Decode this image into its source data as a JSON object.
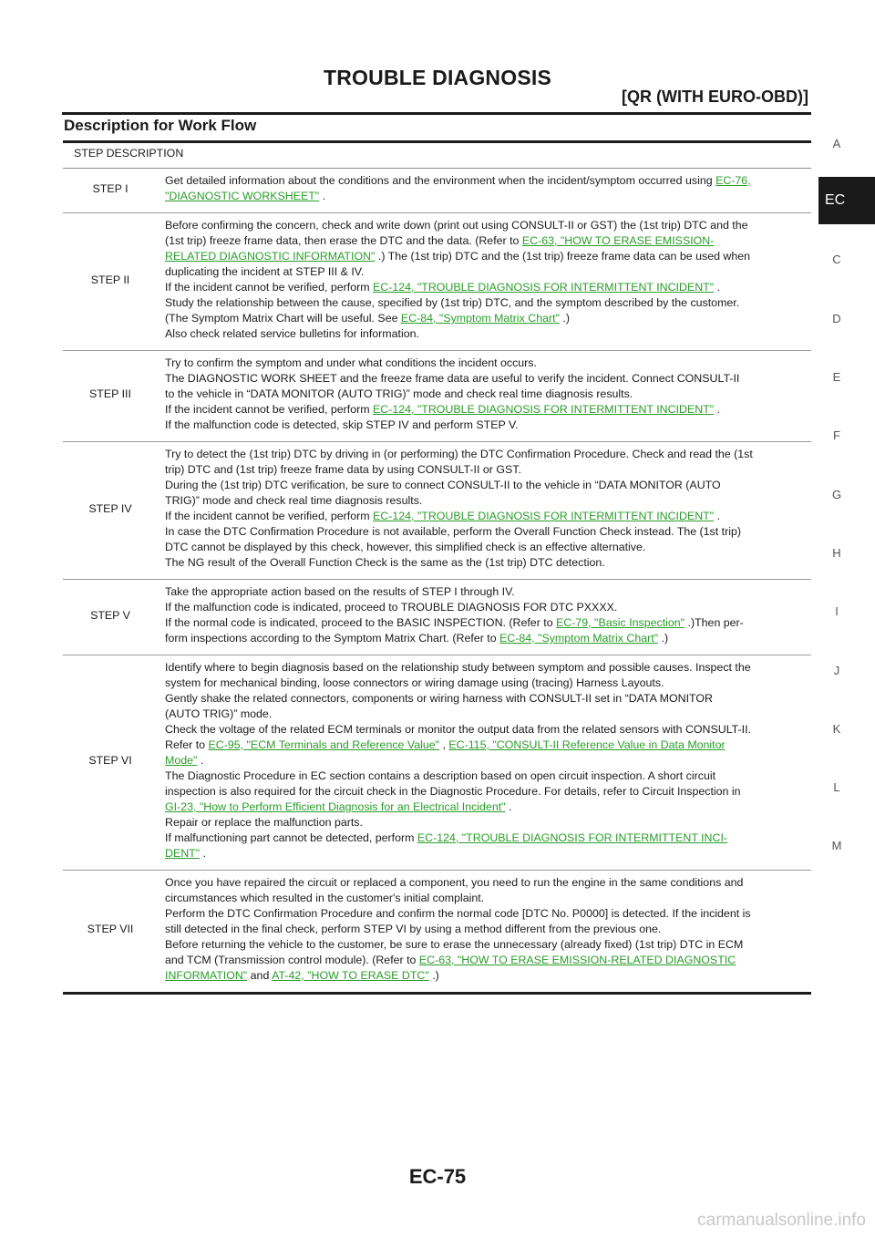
{
  "header": {
    "title": "TROUBLE DIAGNOSIS",
    "subtitle": "[QR (WITH EURO-OBD)]"
  },
  "section_title": "Description for Work Flow",
  "side_index": {
    "letters": [
      "A",
      "EC",
      "C",
      "D",
      "E",
      "F",
      "G",
      "H",
      "I",
      "J",
      "K",
      "L",
      "M"
    ],
    "active": "EC"
  },
  "table": {
    "headers": [
      "STEP",
      "DESCRIPTION"
    ],
    "rows": [
      {
        "step": "STEP I",
        "lines": [
          [
            {
              "t": "Get detailed information about the conditions and the environment when the incident/symptom occurred using "
            },
            {
              "t": "EC-76,",
              "link": true
            }
          ],
          [
            {
              "t": "\"DIAGNOSTIC WORKSHEET\"",
              "link": true
            },
            {
              "t": " ."
            }
          ]
        ]
      },
      {
        "step": "STEP II",
        "lines": [
          [
            {
              "t": "Before confirming the concern, check and write down (print out using CONSULT-II or GST) the (1st trip) DTC and the"
            }
          ],
          [
            {
              "t": "(1st trip) freeze frame data, then erase the DTC and the data. (Refer to "
            },
            {
              "t": "EC-63, \"HOW TO ERASE EMISSION-",
              "link": true
            }
          ],
          [
            {
              "t": "RELATED DIAGNOSTIC INFORMATION\"",
              "link": true
            },
            {
              "t": " .) The (1st trip) DTC and the (1st trip) freeze frame data can be used when"
            }
          ],
          [
            {
              "t": "duplicating the incident at STEP III & IV."
            }
          ],
          [
            {
              "t": "If the incident cannot be verified, perform "
            },
            {
              "t": "EC-124, \"TROUBLE DIAGNOSIS FOR INTERMITTENT INCIDENT\"",
              "link": true
            },
            {
              "t": " ."
            }
          ],
          [
            {
              "t": "Study the relationship between the cause, specified by (1st trip) DTC, and the symptom described by the customer."
            }
          ],
          [
            {
              "t": "(The Symptom Matrix Chart will be useful. See "
            },
            {
              "t": "EC-84, \"Symptom Matrix Chart\"",
              "link": true
            },
            {
              "t": " .)"
            }
          ],
          [
            {
              "t": "Also check related service bulletins for information."
            }
          ]
        ]
      },
      {
        "step": "STEP III",
        "lines": [
          [
            {
              "t": "Try to confirm the symptom and under what conditions the incident occurs."
            }
          ],
          [
            {
              "t": "The DIAGNOSTIC WORK SHEET and the freeze frame data are useful to verify the incident. Connect CONSULT-II"
            }
          ],
          [
            {
              "t": "to the vehicle in “DATA MONITOR (AUTO TRIG)” mode and check real time diagnosis results."
            }
          ],
          [
            {
              "t": "If the incident cannot be verified, perform "
            },
            {
              "t": "EC-124, \"TROUBLE DIAGNOSIS FOR INTERMITTENT INCIDENT\"",
              "link": true
            },
            {
              "t": " ."
            }
          ],
          [
            {
              "t": "If the malfunction code is detected, skip STEP IV and perform STEP V."
            }
          ]
        ]
      },
      {
        "step": "STEP IV",
        "lines": [
          [
            {
              "t": "Try to detect the (1st trip) DTC by driving in (or performing) the DTC Confirmation Procedure. Check and read the (1st"
            }
          ],
          [
            {
              "t": "trip) DTC and (1st trip) freeze frame data by using CONSULT-II or GST."
            }
          ],
          [
            {
              "t": "During the (1st trip) DTC verification, be sure to connect CONSULT-II to the vehicle in “DATA MONITOR (AUTO"
            }
          ],
          [
            {
              "t": "TRIG)” mode and check real time diagnosis results."
            }
          ],
          [
            {
              "t": "If the incident cannot be verified, perform "
            },
            {
              "t": "EC-124, \"TROUBLE DIAGNOSIS FOR INTERMITTENT INCIDENT\"",
              "link": true
            },
            {
              "t": " ."
            }
          ],
          [
            {
              "t": "In case the DTC Confirmation Procedure is not available, perform the Overall Function Check instead. The (1st trip)"
            }
          ],
          [
            {
              "t": "DTC cannot be displayed by this check, however, this simplified check is an effective alternative."
            }
          ],
          [
            {
              "t": "The NG result of the Overall Function Check is the same as the (1st trip) DTC detection."
            }
          ]
        ]
      },
      {
        "step": "STEP V",
        "lines": [
          [
            {
              "t": "Take the appropriate action based on the results of STEP I through IV."
            }
          ],
          [
            {
              "t": "If the malfunction code is indicated, proceed to TROUBLE DIAGNOSIS FOR DTC PXXXX."
            }
          ],
          [
            {
              "t": "If the normal code is indicated, proceed to the BASIC INSPECTION. (Refer to "
            },
            {
              "t": "EC-79, \"Basic Inspection\"",
              "link": true
            },
            {
              "t": " .)Then per-"
            }
          ],
          [
            {
              "t": "form inspections according to the Symptom Matrix Chart. (Refer to "
            },
            {
              "t": "EC-84, \"Symptom Matrix Chart\"",
              "link": true
            },
            {
              "t": " .)"
            }
          ]
        ]
      },
      {
        "step": "STEP VI",
        "lines": [
          [
            {
              "t": "Identify where to begin diagnosis based on the relationship study between symptom and possible causes. Inspect the"
            }
          ],
          [
            {
              "t": "system for mechanical binding, loose connectors or wiring damage using (tracing) Harness Layouts."
            }
          ],
          [
            {
              "t": "Gently shake the related connectors, components or wiring harness with CONSULT-II set in “DATA MONITOR"
            }
          ],
          [
            {
              "t": "(AUTO TRIG)” mode."
            }
          ],
          [
            {
              "t": "Check the voltage of the related ECM terminals or monitor the output data from the related sensors with CONSULT-II."
            }
          ],
          [
            {
              "t": "Refer to "
            },
            {
              "t": "EC-95, \"ECM Terminals and Reference Value\"",
              "link": true
            },
            {
              "t": " , "
            },
            {
              "t": "EC-115, \"CONSULT-II Reference Value in Data Monitor",
              "link": true
            }
          ],
          [
            {
              "t": "Mode\"",
              "link": true
            },
            {
              "t": " ."
            }
          ],
          [
            {
              "t": "The Diagnostic Procedure in EC section contains a description based on open circuit inspection. A short circuit"
            }
          ],
          [
            {
              "t": "inspection is also required for the circuit check in the Diagnostic Procedure. For details, refer to Circuit Inspection in"
            }
          ],
          [
            {
              "t": "GI-23, \"How to Perform Efficient Diagnosis for an Electrical Incident\"",
              "link": true
            },
            {
              "t": " ."
            }
          ],
          [
            {
              "t": "Repair or replace the malfunction parts."
            }
          ],
          [
            {
              "t": "If malfunctioning part cannot be detected, perform "
            },
            {
              "t": "EC-124, \"TROUBLE DIAGNOSIS FOR INTERMITTENT INCI-",
              "link": true
            }
          ],
          [
            {
              "t": "DENT\"",
              "link": true
            },
            {
              "t": " ."
            }
          ]
        ]
      },
      {
        "step": "STEP VII",
        "lines": [
          [
            {
              "t": "Once you have repaired the circuit or replaced a component, you need to run the engine in the same conditions and"
            }
          ],
          [
            {
              "t": "circumstances which resulted in the customer's initial complaint."
            }
          ],
          [
            {
              "t": "Perform the DTC Confirmation Procedure and confirm the normal code [DTC No. P0000] is detected. If the incident is"
            }
          ],
          [
            {
              "t": "still detected in the final check, perform STEP VI by using a method different from the previous one."
            }
          ],
          [
            {
              "t": "Before returning the vehicle to the customer, be sure to erase the unnecessary (already fixed) (1st trip) DTC in ECM"
            }
          ],
          [
            {
              "t": "and TCM (Transmission control module). (Refer to "
            },
            {
              "t": "EC-63, \"HOW TO ERASE EMISSION-RELATED DIAGNOSTIC",
              "link": true
            }
          ],
          [
            {
              "t": "INFORMATION\"",
              "link": true
            },
            {
              "t": "  and "
            },
            {
              "t": "AT-42, \"HOW TO ERASE DTC\"",
              "link": true
            },
            {
              "t": " .)"
            }
          ]
        ]
      }
    ]
  },
  "footer": {
    "page_number": "EC-75",
    "watermark": "carmanualsonline.info"
  },
  "colors": {
    "link": "#2a9d2a",
    "text": "#1a1a1a",
    "tab_bg": "#1a1a1a"
  }
}
